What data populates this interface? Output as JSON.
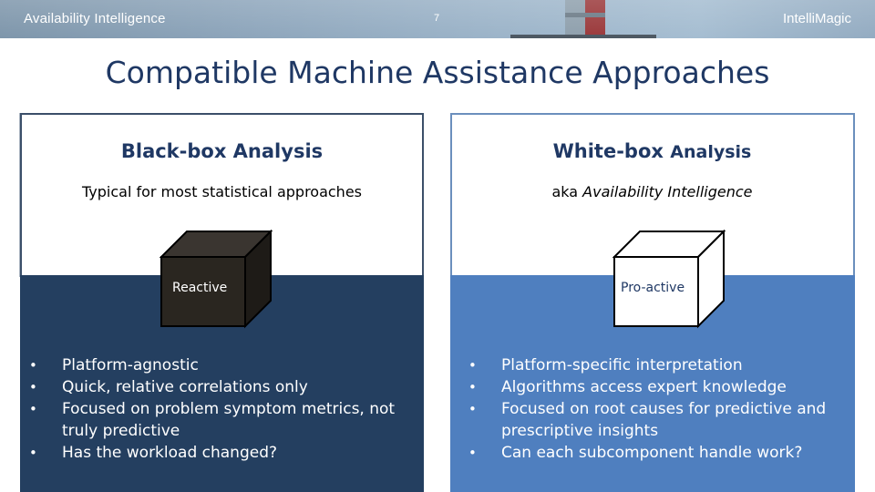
{
  "header": {
    "brand_left": "Availability Intelligence",
    "page_number": "7",
    "brand_right": "IntelliMagic"
  },
  "slide": {
    "title": "Compatible Machine Assistance Approaches"
  },
  "left_panel": {
    "heading": "Black-box Analysis",
    "subtitle": "Typical for most statistical approaches",
    "cube_label": "Reactive",
    "bullets": [
      "Platform-agnostic",
      "Quick, relative correlations only",
      "Focused on problem symptom metrics, not truly predictive",
      "Has the workload changed?"
    ]
  },
  "right_panel": {
    "heading_main": "White-box",
    "heading_rest": "Analysis",
    "subtitle_prefix": "aka",
    "subtitle_italic": "Availability Intelligence",
    "cube_label": "Pro-active",
    "bullets": [
      "Platform-specific interpretation",
      "Algorithms access expert knowledge",
      "Focused on root causes for predictive and prescriptive insights",
      "Can each subcomponent handle work?"
    ]
  },
  "colors": {
    "title": "#1f3864",
    "left_bottom": "#243f60",
    "right_bottom": "#4f7fbf",
    "black_cube": "#2a2620",
    "white_cube": "#ffffff"
  },
  "bullet_glyph": "•"
}
